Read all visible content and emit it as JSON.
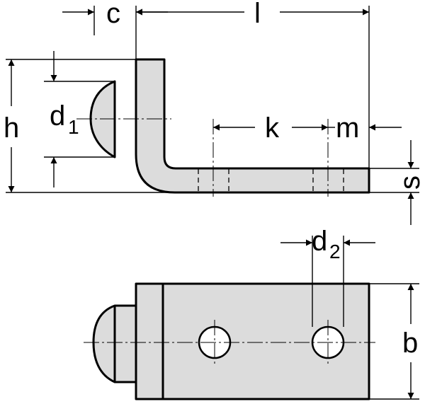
{
  "labels": {
    "c": "c",
    "l": "l",
    "h": "h",
    "d1_main": "d",
    "d1_sub": "1",
    "k": "k",
    "m": "m",
    "s": "s",
    "d2_main": "d",
    "d2_sub": "2",
    "b": "b"
  },
  "colors": {
    "part_fill": "#dcdcdc",
    "line": "#000000"
  }
}
